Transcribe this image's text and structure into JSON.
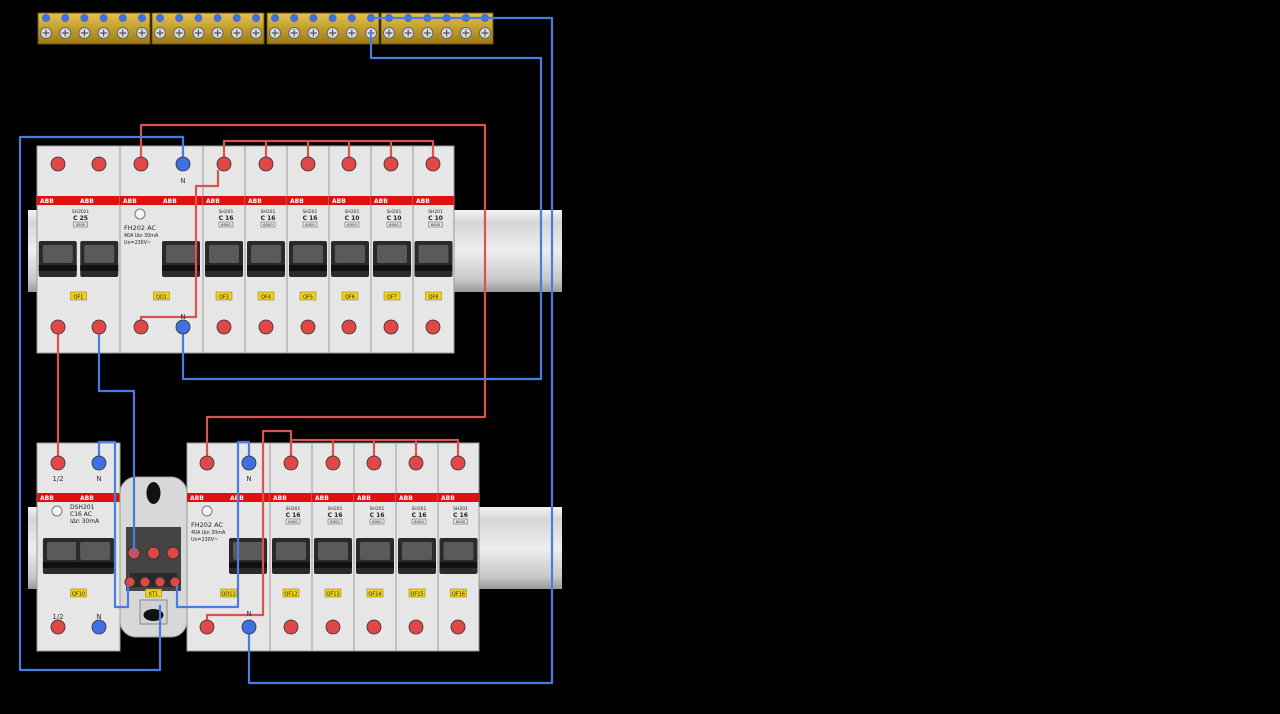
{
  "brand": "ABB",
  "colors": {
    "phase": "#e04848",
    "neutral": "#3f6fe0",
    "wire_phase": "#d9534f",
    "wire_neutral": "#4a7be0",
    "module_body": "#e6e6e6",
    "abb_red": "#e01010",
    "label_yellow": "#f2d21b",
    "rail": "#cfcfcf",
    "busbar": "#c9a227"
  },
  "terminal_labels": {
    "neutral": "N",
    "half": "1/2"
  },
  "rows": [
    {
      "modules": [
        {
          "kind": "mcb2",
          "model": "SH202L",
          "rating": "C 25",
          "code": "4500",
          "tag": "QF1"
        },
        {
          "kind": "rcd",
          "model": "FH202 AC",
          "spec": "40A IΔn 30mA",
          "volt": "Un=230V~",
          "tag": "QD1"
        },
        {
          "kind": "mcb",
          "model": "SH201",
          "rating": "C 16",
          "code": "6000",
          "tag": "QF3"
        },
        {
          "kind": "mcb",
          "model": "SH201",
          "rating": "C 16",
          "code": "6000",
          "tag": "QF4"
        },
        {
          "kind": "mcb",
          "model": "SH201",
          "rating": "C 16",
          "code": "6000",
          "tag": "QF5"
        },
        {
          "kind": "mcb",
          "model": "SH201",
          "rating": "C 10",
          "code": "6000",
          "tag": "QF6"
        },
        {
          "kind": "mcb",
          "model": "SH201",
          "rating": "C 10",
          "code": "6000",
          "tag": "QF7"
        },
        {
          "kind": "mcb",
          "model": "SH201",
          "rating": "C 10",
          "code": "6000",
          "tag": "QF8"
        }
      ]
    },
    {
      "modules": [
        {
          "kind": "rcbo",
          "model": "DSH201",
          "rating": "C16 AC",
          "spec": "IΔn 30mA",
          "tag": "QF10"
        },
        {
          "kind": "relay",
          "tag": "KT1"
        },
        {
          "kind": "rcd",
          "model": "FH202 AC",
          "spec": "40A IΔn 30mA",
          "volt": "Un=230V~",
          "tag": "QD11"
        },
        {
          "kind": "mcb",
          "model": "SH201",
          "rating": "C 16",
          "code": "6000",
          "tag": "QF12"
        },
        {
          "kind": "mcb",
          "model": "SH201",
          "rating": "C 16",
          "code": "6000",
          "tag": "QF13"
        },
        {
          "kind": "mcb",
          "model": "SH201",
          "rating": "C 16",
          "code": "6000",
          "tag": "QF14"
        },
        {
          "kind": "mcb",
          "model": "SH201",
          "rating": "C 16",
          "code": "6000",
          "tag": "QF15"
        },
        {
          "kind": "mcb",
          "model": "SH201",
          "rating": "C 16",
          "code": "6000",
          "tag": "QF16"
        }
      ]
    }
  ],
  "busbar_groups": 4
}
